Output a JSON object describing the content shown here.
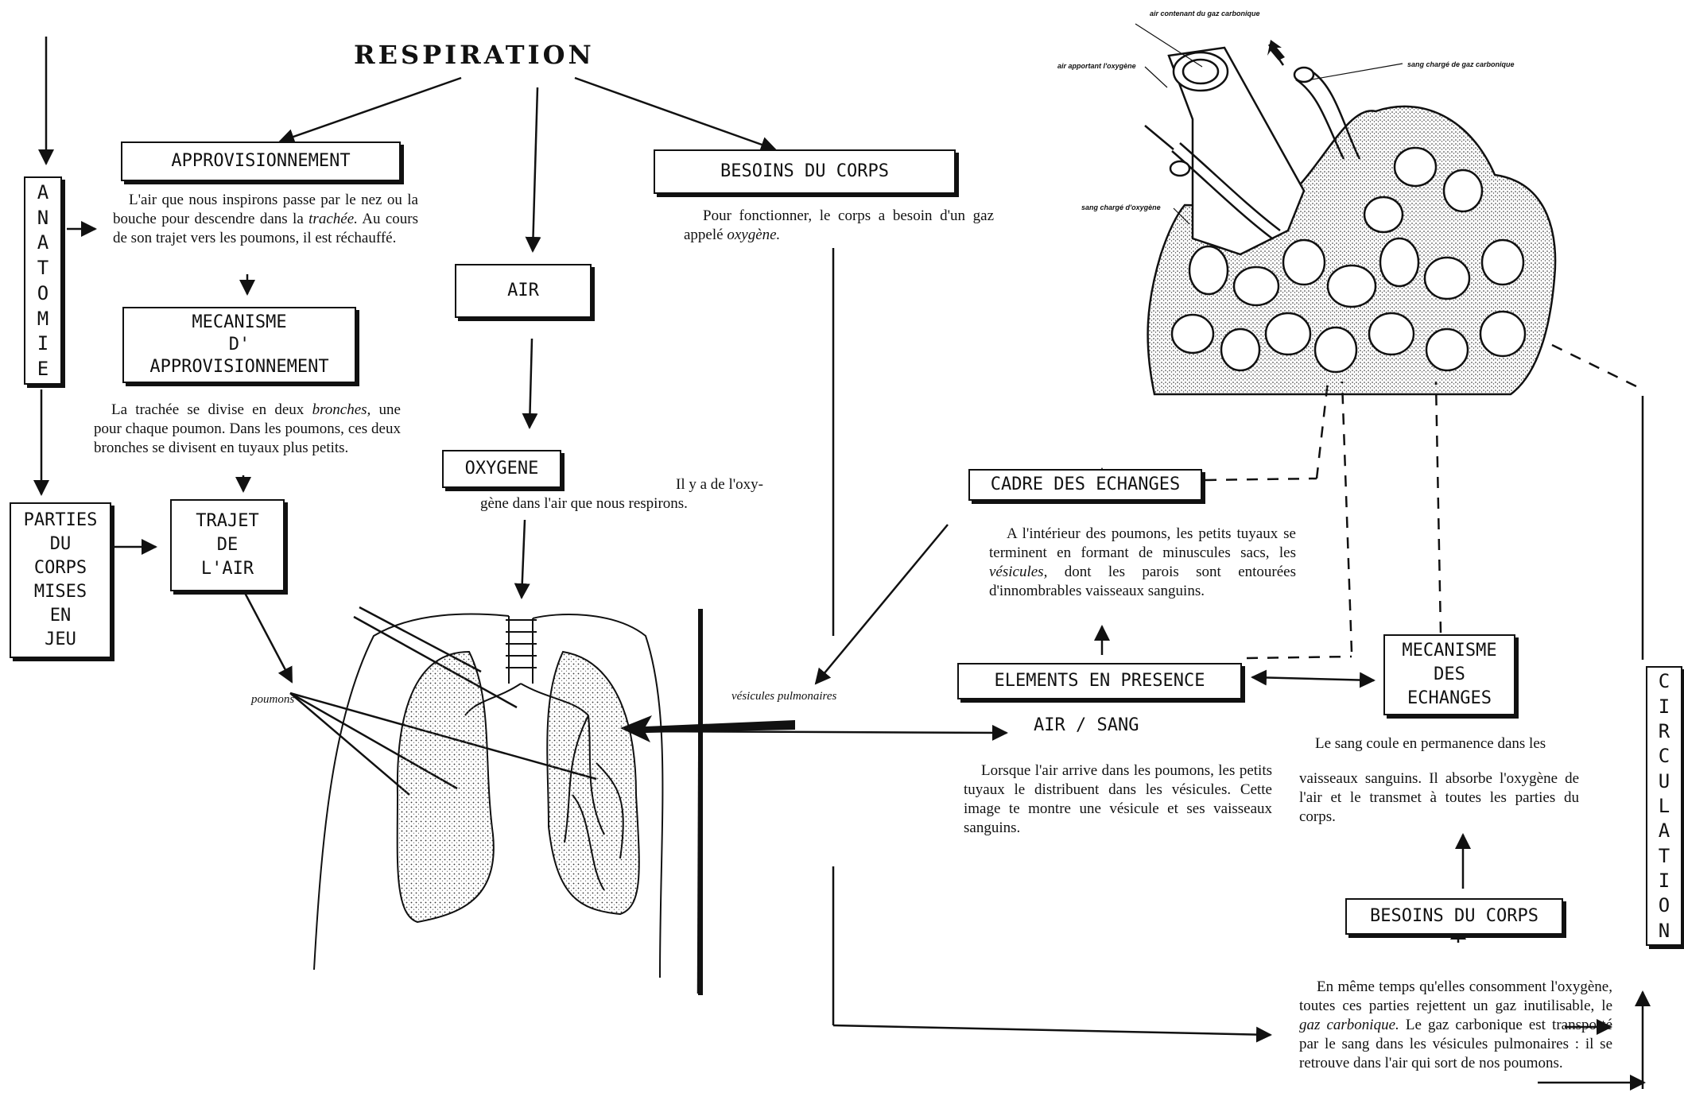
{
  "title": "RESPIRATION",
  "boxes": {
    "approvisionnement": "APPROVISIONNEMENT",
    "besoins_corps_top": "BESOINS DU CORPS",
    "air": "AIR",
    "mecanisme_approvisionnement": "MECANISME\nD'\nAPPROVISIONNEMENT",
    "oxygene": "OXYGENE",
    "parties_du_corps": "PARTIES\nDU\nCORPS\nMISES\nEN\nJEU",
    "trajet_de_l_air": "TRAJET\nDE\nL'AIR",
    "cadre_des_echanges": "CADRE DES ECHANGES",
    "elements_en_presence": "ELEMENTS EN PRESENCE",
    "mecanisme_des_echanges": "MECANISME\nDES\nECHANGES",
    "besoins_corps_bottom": "BESOINS DU CORPS"
  },
  "vertical_boxes": {
    "anatomie": [
      "A",
      "N",
      "A",
      "T",
      "O",
      "M",
      "I",
      "E"
    ],
    "circulation": [
      "C",
      "I",
      "R",
      "C",
      "U",
      "L",
      "A",
      "T",
      "I",
      "O",
      "N"
    ]
  },
  "air_sang": "AIR / SANG",
  "texts": {
    "approvisionnement_a": "L'air que nous inspirons passe par le nez ou la bouche pour descendre dans la ",
    "approvisionnement_em": "trachée.",
    "approvisionnement_b": " Au cours de son trajet vers les poumons, il est réchauffé.",
    "besoins_a": "Pour fonctionner, le corps a besoin d'un gaz appelé ",
    "besoins_em": "oxygène.",
    "mecanisme_a": "La trachée se divise en deux ",
    "mecanisme_em": "bronches,",
    "mecanisme_b": " une pour chaque poumon. Dans les poumons, ces deux bronches se divisent en tuyaux plus petits.",
    "oxygene_a": "Il y a de l'oxy-",
    "oxygene_b": "gène dans l'air que nous respirons.",
    "cadre_a": "A l'intérieur des poumons, les petits tuyaux se terminent en formant de minuscules sacs, les ",
    "cadre_em": "vésicules,",
    "cadre_b": " dont les parois sont entourées d'innombrables vaisseaux sanguins.",
    "elements": "Lorsque l'air arrive dans les poumons, les petits tuyaux le distribuent dans les vésicules. Cette image te montre une vésicule et ses vaisseaux sanguins.",
    "circulation_a": "Le sang coule en permanence dans les",
    "circulation_b": "vaisseaux sanguins. Il absorbe l'oxygène de l'air et le transmet à toutes les parties du corps.",
    "gaz_a": "En même temps qu'elles consomment l'oxygène, toutes ces parties rejettent un gaz inutilisable, le ",
    "gaz_em": "gaz carbonique.",
    "gaz_b": " Le gaz carbonique est transporté par le sang dans les vésicules pulmonaires : il se retrouve dans l'air qui sort de nos poumons."
  },
  "labels": {
    "poumons": "poumons",
    "vesicules_pulmonaires": "vésicules pulmonaires",
    "air_gaz_carbonique": "air contenant du gaz carbonique",
    "air_oxygene": "air apportant l'oxygène",
    "sang_gaz_carbonique": "sang chargé de gaz carbonique",
    "sang_oxygene": "sang chargé d'oxygène"
  }
}
